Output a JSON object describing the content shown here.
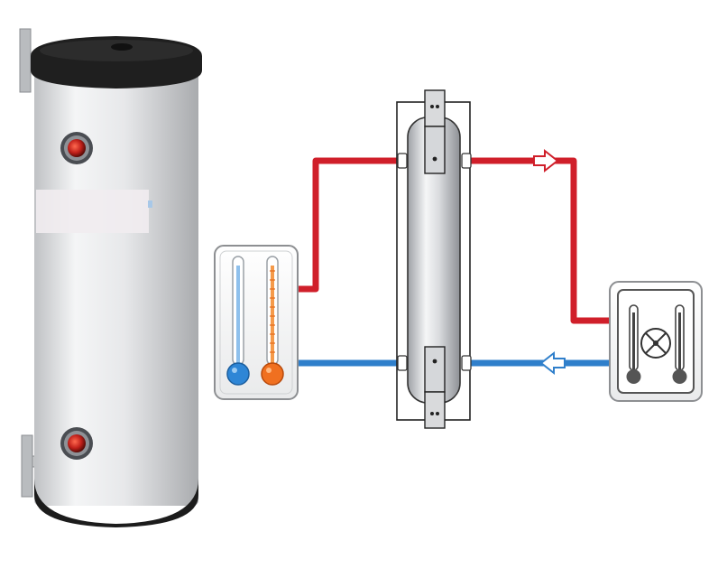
{
  "diagram": {
    "components": [
      {
        "id": "storage-tank",
        "icon": "water-heater-tank-icon"
      },
      {
        "id": "indoor-unit",
        "icon": "dual-thermometer-icon"
      },
      {
        "id": "buffer-tank",
        "icon": "buffer-tank-icon"
      },
      {
        "id": "heat-pump-unit",
        "icon": "heat-pump-fan-icon"
      }
    ],
    "pipes": [
      {
        "id": "hot-supply",
        "color": "#d01f2a"
      },
      {
        "id": "cold-return",
        "color": "#2f7fcb"
      }
    ],
    "flow_arrows": [
      "flow-arrow-right",
      "flow-arrow-left"
    ]
  },
  "colors": {
    "hot": "#d01f2a",
    "cold": "#2f7fcb",
    "thermo_cold": "#2e86d6",
    "thermo_hot": "#f07020",
    "tank_body": "#e9eaec",
    "tank_cap": "#1f1f1f",
    "outline": "#222222"
  }
}
